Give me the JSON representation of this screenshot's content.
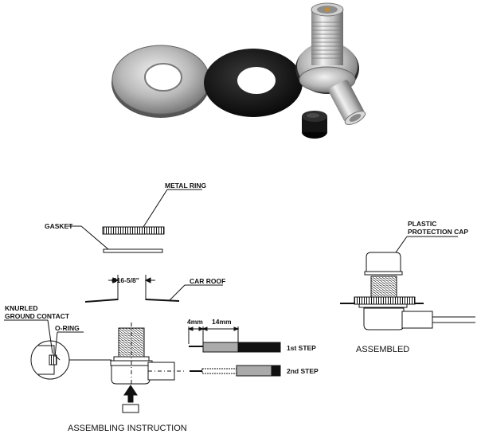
{
  "labels": {
    "metal_ring": "METAL RING",
    "gasket": "GASKET",
    "diameter": "Ø16-5/8\"",
    "car_roof": "CAR ROOF",
    "knurled_line1": "KNURLED",
    "knurled_line2": "GROUND CONTACT",
    "o_ring": "O-RING",
    "dim_4mm": "4mm",
    "dim_14mm": "14mm",
    "step1": "1st STEP",
    "step2": "2nd STEP",
    "plastic_cap_line1": "PLASTIC",
    "plastic_cap_line2": "PROTECTION CAP",
    "assembled": "ASSEMBLED",
    "assembling_instruction": "ASSEMBLING INSTRUCTION"
  },
  "colors": {
    "nickel": "#b8b8b8",
    "rubber": "#1a1a1a",
    "line": "#111111"
  }
}
